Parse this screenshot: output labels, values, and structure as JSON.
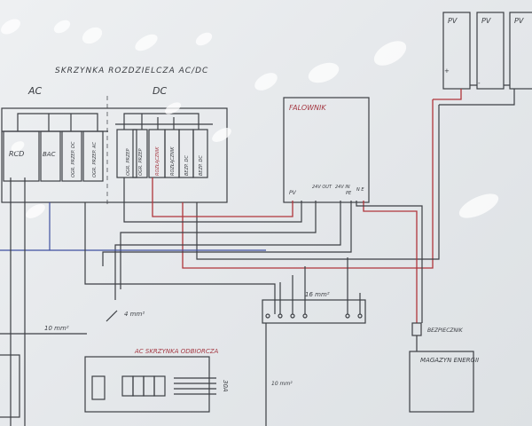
{
  "title": "SKRZYNKA ROZDZIELCZA AC/DC",
  "ac_section_label": "AC",
  "dc_section_label": "DC",
  "ac_devices": [
    "RCD",
    "BAC",
    "OGR. PRZEP. DC",
    "OGR. PRZEP. AC"
  ],
  "dc_devices": [
    "OGR. PRZEP",
    "OGR. PRZEP",
    "ROZŁĄCZNIK",
    "ROZŁĄCZNIK",
    "BEZP. DC",
    "BEZP. DC"
  ],
  "inverter": {
    "label": "FALOWNIK",
    "terminals": [
      "PV",
      "24V OUT",
      "24V IN",
      "PE",
      "N E"
    ]
  },
  "pv_panels": [
    "PV",
    "PV",
    "PV"
  ],
  "pv_panel_marks": [
    "+",
    "-"
  ],
  "cable_labels": {
    "main_bus": "16 mm²",
    "ac_feed": "10 mm²",
    "ac_bus": "4 mm²",
    "vertical": "10 mm²"
  },
  "ac_cabinet_label": "AC SKRZYNKA ODBIORCZA",
  "circuit_label": "30A",
  "fuse_label": "BEZPIECZNIK",
  "energy_storage_label": "MAGAZYN ENERGII",
  "colors": {
    "ink": "#3c3f44",
    "red_wire": "#b0353b",
    "blue_wire": "#3e4fa0",
    "board": "#e6e9ec"
  }
}
